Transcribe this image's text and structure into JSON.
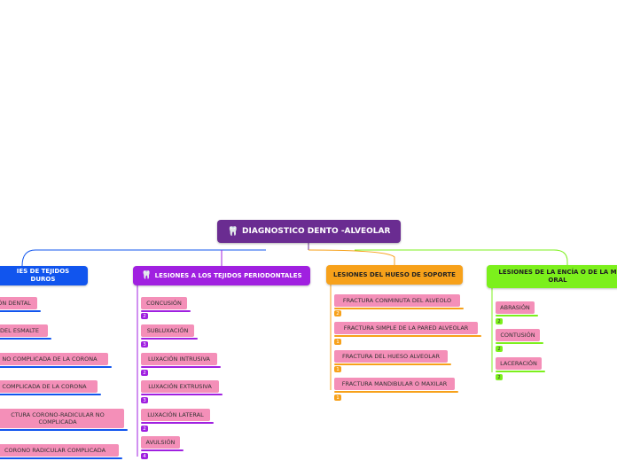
{
  "root": {
    "label": "DIAGNOSTICO DENTO -ALVEOLAR",
    "icon": "tooth-icon"
  },
  "branches": [
    {
      "label": "LESIONES DE TEJIDOS DUROS",
      "color": "#1155ee",
      "items": [
        "FRACTURA CORONO-RADICULAR NO COMPLICADA"
      ]
    },
    {
      "label": "LESIONES A LOS TEJIDOS PERIODONTALES",
      "color": "#a020e0",
      "icon": "tooth-icon",
      "items": [
        {
          "label": "CONCUSIÓN",
          "count": "2"
        },
        {
          "label": "SUBLUXACIÓN",
          "count": "3"
        },
        {
          "label": "LUXACIÓN INTRUSIVA",
          "count": "2"
        },
        {
          "label": "LUXACIÓN EXTRUSIVA",
          "count": "3"
        },
        {
          "label": "LUXACIÓN LATERAL",
          "count": "2"
        },
        {
          "label": "AVULSIÓN",
          "count": "4"
        }
      ]
    },
    {
      "label": "LESIONES DEL HUESO DE SOPORTE",
      "color": "#f7a11a",
      "items": [
        {
          "label": "FRACTURA CONMINUTA DEL ALVEOLO",
          "count": "2"
        },
        {
          "label": "FRACTURA SIMPLE DE LA PARED ALVEOLAR",
          "count": "1"
        },
        {
          "label": "FRACTURA DEL HUESO ALVEOLAR",
          "count": "1"
        },
        {
          "label": "FRACTURA MANDIBULAR O MAXILAR",
          "count": "1"
        }
      ]
    },
    {
      "label": "LESIONES DE LA ENCÍA O DE LA MUCOSA ORAL",
      "color": "#7cf01c",
      "items": [
        {
          "label": "ABRASIÓN",
          "count": "2"
        },
        {
          "label": "CONTUSIÓN",
          "count": "2"
        },
        {
          "label": "LACERACIÓN",
          "count": "2"
        }
      ]
    }
  ],
  "clipped_text": {
    "b1_label": "IES DE TEJIDOS DUROS",
    "b1_items": [
      "ÓN DENTAL",
      "DEL ESMALTE",
      "NO COMPLICADA DE LA CORONA",
      "COMPLICADA DE LA CORONA",
      "CTURA CORONO-RADICULAR NO COMPLICADA",
      "CORONO RADICULAR  COMPLICADA"
    ],
    "b4_label": "LESIONES DE LA ENCÍA O DE LA M ORAL"
  }
}
